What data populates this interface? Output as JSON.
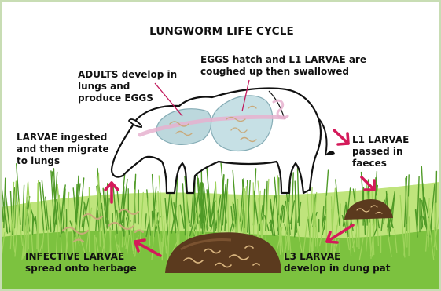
{
  "title": "LUNGWORM LIFE CYCLE",
  "stages": {
    "adults": [
      "ADULTS develop in",
      "lungs and",
      "produce EGGS"
    ],
    "eggs": [
      "EGGS hatch and L1 LARVAE are",
      "coughed up then swallowed"
    ],
    "l1": [
      "L1 LARVAE",
      "passed in",
      "faeces"
    ],
    "ingested": [
      "LARVAE ingested",
      "and then migrate",
      "to lungs"
    ],
    "infective": [
      "INFECTIVE LARVAE",
      "spread onto herbage"
    ],
    "l3": [
      "L3 LARVAE",
      "develop in dung pat"
    ]
  },
  "icons": [
    "cow-illustration",
    "dung-pat-icon",
    "larvae-icon",
    "arrow-icon"
  ],
  "colors": {
    "grass": "#6fb83a",
    "grass_light": "#b8e07a",
    "arrow": "#d41a5a",
    "dung": "#5b3a1e",
    "lung": "#b9d6dc",
    "worm": "#c9a97a",
    "frame": "#c8ddb4"
  }
}
